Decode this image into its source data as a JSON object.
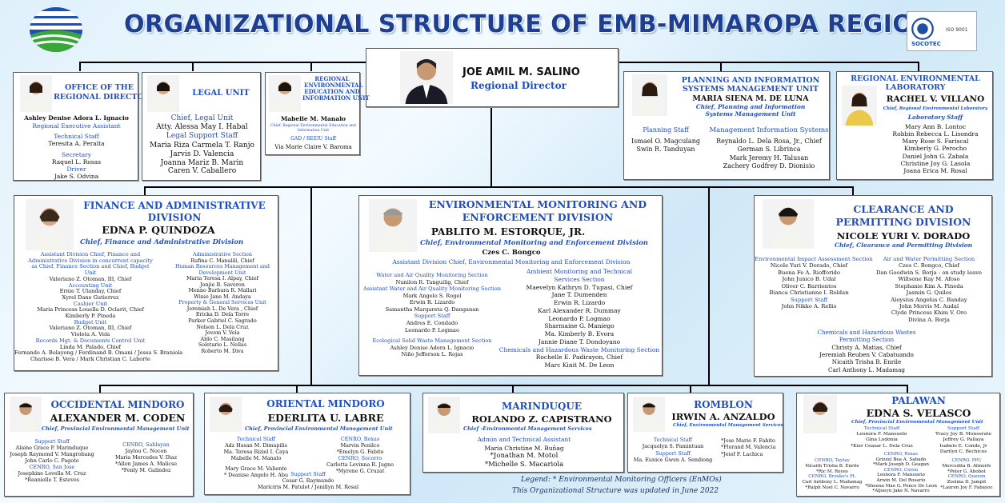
{
  "title": "ORGANIZATIONAL STRUCTURE OF EMB-MIMAROPA REGION",
  "certifier": {
    "name": "SOCOTEC",
    "iso": "ISO 9001"
  },
  "director": {
    "name": "JOE AMIL M. SALINO",
    "role": "Regional Director"
  },
  "ord": {
    "title": [
      "OFFICE OF THE",
      "REGIONAL DIRECTOR"
    ],
    "name": "Ashley Denise Adora L. Ignacio",
    "role": "Regional Executive Assistant",
    "sec1": "Technical Staff",
    "staff1": "Teresita A. Peralta",
    "sec2": "Secretary",
    "staff2": "Raquel L. Rosas",
    "sec3": "Driver",
    "staff3": "Jake S. Odvina"
  },
  "legal": {
    "title": "LEGAL UNIT",
    "role": "Chief, Legal Unit",
    "name": "Atty. Alessa May I. Habal",
    "sec": "Legal Support Staff",
    "staff": [
      "Maria Riza Carmela T. Ranjo",
      "Jarvis D. Valencia",
      "Joanna Mariz B. Marin",
      "Caren V. Caballero"
    ]
  },
  "reeiu": {
    "title": [
      "REGIONAL",
      "ENVIRONMENTAL",
      "EDUCATION AND",
      "INFORMATION UNIT"
    ],
    "name": "Mabelle M. Manalo",
    "role": [
      "Chief, Regional Environmental Education and",
      "Information Unit"
    ],
    "sec": "GAD / REEIU Staff",
    "staff": "Via Marie Claire V. Baroma"
  },
  "pismu": {
    "title": [
      "PLANNING AND INFORMATION",
      "SYSTEMS MANAGEMENT UNIT"
    ],
    "name": "MARIA SIENA M. DE LUNA",
    "role": [
      "Chief, Planning and Information",
      "Systems Management Unit"
    ],
    "sec1": "Planning Staff",
    "staff1": [
      "Ismael O. Magculang",
      "Swin R. Tanduyan"
    ],
    "sec2": "Management Information Systems",
    "staff2": [
      "Reynaldo L. Dela Rosa, Jr., Chief",
      "German S. Librinca",
      "Mark Jeremy H. Talusan",
      "Zachery Godfrey D. Dionisio"
    ]
  },
  "lab": {
    "title": [
      "REGIONAL ENVIRONMENTAL",
      "LABORATORY"
    ],
    "name": "RACHEL V. VILLANO",
    "role": "Chief, Regional Environmental Laboratory",
    "sec": "Laboratory Staff",
    "staff": [
      "Mary Ann B. Lontoc",
      "Robbin Rebecca L. Lisondra",
      "Mary Rose S. Fariscal",
      "Kimberly G. Perocho",
      "Daniel John G. Zabala",
      "Christine Joy G. Lasola",
      "Joana Erica M. Rosal"
    ]
  },
  "fad": {
    "title": [
      "FINANCE AND ADMINISTRATIVE",
      "DIVISION"
    ],
    "name": "EDNA P. QUINDOZA",
    "role": "Chief, Finance and Administrative Division",
    "left": [
      {
        "h": "Assistant Division Chief, Finance and"
      },
      {
        "h": "Administrative Division in concurrent capacity"
      },
      {
        "h": "as Chief, Finance Section and Chief, Budget"
      },
      {
        "h": "Unit"
      },
      {
        "s": "Valeriano Z. Otoman, III, Chief"
      },
      {
        "h": "Accounting Unit"
      },
      {
        "s": "Ernie T. Ulanday, Chief"
      },
      {
        "s": "Xyrel Dane Gutierrez"
      },
      {
        "h": "Cashier Unit"
      },
      {
        "s": "Maria Princess Louella D. Oclarit, Chief"
      },
      {
        "s": "Kimberly P. Pineda"
      },
      {
        "h": "Budget Unit"
      },
      {
        "s": "Valeriano Z. Otoman, III, Chief"
      },
      {
        "s": "Violeta A. Vela"
      },
      {
        "h": "Records Mgt. & Documents Control Unit"
      },
      {
        "s": "Linda M. Palado, Chief"
      },
      {
        "s": "Fernando A. Bolayong / Ferdinand B. Omani / Jessa S. Braniola"
      },
      {
        "s": "Charisse B. Vera / Mark Christian C. Laborte"
      }
    ],
    "right": [
      {
        "h": "Administrative Section"
      },
      {
        "s": "Rufina C. Manalili, Chief"
      },
      {
        "h": "Human Resources Management and"
      },
      {
        "h": "Development Unit"
      },
      {
        "s": "Maria Teresa I. Alpay, Chief"
      },
      {
        "s": "Jonjie B. Saveron"
      },
      {
        "s": "Menno Barbara R. Mallari"
      },
      {
        "s": "Winie Jane M. Andaya"
      },
      {
        "h": "Property & General Services Unit"
      },
      {
        "s": "Jeremiah L. De Vera , Chief"
      },
      {
        "s": "Ericka D. Dela Torre"
      },
      {
        "s": "Parker Gabriel C. Sagrado"
      },
      {
        "s": "Nelson L. Dela Cruz"
      },
      {
        "s": "Jovem V. Vela"
      },
      {
        "s": "Aldo C. Masilang"
      },
      {
        "s": "Soletario L. Nellas"
      },
      {
        "s": "Roberto M. Diva"
      }
    ]
  },
  "emed": {
    "title": [
      "ENVIRONMENTAL MONITORING AND",
      "ENFORCEMENT DIVISION"
    ],
    "name": "PABLITO M. ESTORQUE, JR.",
    "role": "Chief, Environmental Monitoring and Enforcement Division",
    "asst_name": "Czes C. Bongco",
    "asst_role": "Assistant Division Chief, Environmental Monitoring and Enforcement Division",
    "left": [
      {
        "h": "Water and Air Quality Monitoring Section"
      },
      {
        "s": "Nunilon R. Tanguilig, Chief"
      },
      {
        "h": "Assistant Water and Air Quality Monitoring Section"
      },
      {
        "s": "Mark Angelo S. Rogel"
      },
      {
        "s": "Erwin R. Lizardo"
      },
      {
        "s": "Samantha Margareta Q. Danganan"
      },
      {
        "h": "Support Staff"
      },
      {
        "s": "Andres E. Condado"
      },
      {
        "s": "Leonardo P. Logmao"
      },
      {
        "g": ""
      },
      {
        "h": "Ecological Solid Waste Management Section"
      },
      {
        "s": "Ashley Denise Adora L. Ignacio"
      },
      {
        "s": "Niño Jefferson L. Rojas"
      }
    ],
    "right": [
      {
        "h": "Ambient Monitoring and Technical"
      },
      {
        "h": "Services Section"
      },
      {
        "s": "Maevelyn Kathryn D. Tupasi, Chief"
      },
      {
        "s": "Jane T. Dumenden"
      },
      {
        "s": "Erwin R. Lizardo"
      },
      {
        "s": "Karl Alexander R. Dummay"
      },
      {
        "s": "Leonardo P. Logmao"
      },
      {
        "s": "Sharmaine G. Maniego"
      },
      {
        "s": "Ma. Kimberly B. Evora"
      },
      {
        "s": "Jannie Diane T. Dondoyano"
      },
      {
        "h": "Chemicals and Hazardous Waste Monitoring Section"
      },
      {
        "s": "Rochelle E. Padirayon, Chief"
      },
      {
        "s": "Marc Kinit M. De Leon"
      }
    ]
  },
  "cpd": {
    "title": [
      "CLEARANCE AND",
      "PERMITTING DIVISION"
    ],
    "name": "NICOLE YURI V. DORADO",
    "role": "Chief, Clearance and Permitting Division",
    "left": [
      {
        "h": "Environmental Impact Assessment Section"
      },
      {
        "s": "Nicole Yuri V. Dorado, Chief"
      },
      {
        "s": "Buena Fe A. Riofforido"
      },
      {
        "s": "John Junico B. Udal"
      },
      {
        "s": "Oliver C. Barrientos"
      },
      {
        "s": "Bianca Christianne I. Roldan"
      },
      {
        "h": "Support Staff"
      },
      {
        "s": "John Nikko A. Rellis"
      }
    ],
    "right": [
      {
        "h": "Air and Water Permitting Section"
      },
      {
        "s": "Czes C. Bongco, Chief"
      },
      {
        "s": "Dan Goodwin S. Borja - on study leave"
      },
      {
        "s": "Willsone Ray M. Afoso"
      },
      {
        "s": "Stephanie Kim A. Pineda"
      },
      {
        "s": "Jasmin G. Quiles"
      },
      {
        "s": "Aloysius Angelus C. Banday"
      },
      {
        "s": "John Morris M. Audal"
      },
      {
        "s": "Clyde Princess Khim V. Oro"
      },
      {
        "s": "Divina A. Borja"
      }
    ],
    "chem": [
      {
        "h": "Chemicals and Hazardous Wastes"
      },
      {
        "h": "Permitting Section"
      },
      {
        "s": "Christy A. Matias, Chief"
      },
      {
        "s": "Jeremiah Reuben V. Cabatuando"
      },
      {
        "s": "Nicaith Trisha B. Enrile"
      },
      {
        "s": "Carl Anthony L. Madamag"
      }
    ]
  },
  "occ": {
    "title": "OCCIDENTAL MINDORO",
    "name": "ALEXANDER M. CODEN",
    "role": "Chief, Provincial Environmental Management Unit",
    "left": [
      {
        "h": "Support Staff"
      },
      {
        "s": "Alaine Grace P. Marinduque"
      },
      {
        "s": "Joseph Raymond V. Mangrobang"
      },
      {
        "s": "John Carlo C. Pagoto"
      },
      {
        "h": "CENRO, San Jose"
      },
      {
        "s": "Josephine Lovella M. Cruz"
      },
      {
        "s": "*Reanielle T. Esteves"
      }
    ],
    "right": [
      {
        "h": "CENRO, Sablayan"
      },
      {
        "s": "Jaylou C. Nocon"
      },
      {
        "s": "Maria Mercedes V. Diaz"
      },
      {
        "s": "*Allen James A. Malicse"
      },
      {
        "s": "*Fenly M. Galindez"
      }
    ]
  },
  "ori": {
    "title": "ORIENTAL MINDORO",
    "name": "EDERLITA U. LABRE",
    "role": "Chief, Provincial Environmental Management Unit",
    "left": [
      {
        "h": "Technical Staff"
      },
      {
        "s": "Adz Hasan M. Dimapilis"
      },
      {
        "s": "Ma. Teresa Riziel I. Caya"
      },
      {
        "s": "Mabelle M. Manalo"
      },
      {
        "g": ""
      },
      {
        "s": "Mary Grace M. Valiente"
      },
      {
        "s": "* Deanise Angelo H. Abu"
      }
    ],
    "right": [
      {
        "h": "CENRO, Roxas"
      },
      {
        "s": "Marvin Fenilco"
      },
      {
        "s": "*Emelyn G. Fabito"
      },
      {
        "h": "CENRO, Socorro"
      },
      {
        "s": "Carlotta Levinna R. Jugno"
      },
      {
        "s": "*Myrene G. Cruzat"
      }
    ],
    "mid": [
      {
        "h": "Support Staff"
      },
      {
        "s": "Cesar G. Raymundo"
      },
      {
        "s": "Mariciris M. Patulot / Jenillyn M. Rosal"
      }
    ]
  },
  "mar": {
    "title": "MARINDUQUE",
    "name": "ROLANDO Z. CAPISTRANO",
    "role": "Chief -Environmental Management Services",
    "sec": "Admin and Technical Assistant",
    "staff": [
      "Maria Christine M. Buñag",
      "*Jonathan M. Motol",
      "*Michelle S. Macariola"
    ]
  },
  "rom": {
    "title": "ROMBLON",
    "name": "IRWIN A. ANZALDO",
    "role": "Chief, Environmental Management Services",
    "left": [
      {
        "h": "Technical Staff"
      },
      {
        "s": "Jacquelyn S. Pamintuan"
      },
      {
        "h": "Support Staff"
      },
      {
        "s": "Ma. Eunice Gwen A. Sendiong"
      }
    ],
    "right": [
      {
        "s": "*Jose Marie F. Fabito"
      },
      {
        "s": "*Florand M. Valencia"
      },
      {
        "s": "*Jeief F. Lachica"
      }
    ]
  },
  "pal": {
    "title": "PALAWAN",
    "name": "EDNA S. VELASCO",
    "role": "Chief, Provincial Environmental Management Unit",
    "c1": [
      {
        "h": "Technical Staff"
      },
      {
        "s": "Leonora F. Mansueto"
      },
      {
        "s": "Gina Lodonia"
      },
      {
        "s": "*Kier Ceasar L. Dela Cruz"
      }
    ],
    "c2": [
      {
        "h": "Support Staff"
      },
      {
        "s": "Tracy Joy B. Monserate"
      },
      {
        "s": "Jeffrey G. Pallaya"
      },
      {
        "s": "Isabelo E. Conde, Jr"
      },
      {
        "s": "Darilyn C. Bechicos"
      }
    ],
    "c3": [
      {
        "h": "CENRO, Taytay"
      },
      {
        "s": "Nicaith Trisha B. Enrile"
      },
      {
        "s": "*Ric M. Reyes"
      },
      {
        "h": "CENRO, Brooke's Pt."
      },
      {
        "s": "Carl Anthony L. Madamag"
      },
      {
        "s": "*Ralph Noel C. Navarro"
      }
    ],
    "c4": [
      {
        "h": "CENRO, Roxas"
      },
      {
        "s": "Grizzel Bea A. Sabado"
      },
      {
        "s": "*Mark Joseph D. Geagan"
      },
      {
        "h": "CENRO, Coron"
      },
      {
        "s": "Leonora F. Mansueto"
      },
      {
        "s": "Arwin M. Del Rosario"
      },
      {
        "s": "*Sheena Mae G. Ponce De Leon"
      },
      {
        "s": "*Aljoeyn Jake N. Navarro"
      }
    ],
    "c5": [
      {
        "h": "CENRO, PPC"
      },
      {
        "s": "Mercedita B. Almorfe"
      },
      {
        "s": "*Peter G. Abobot"
      },
      {
        "h": "CENRO, Quezon"
      },
      {
        "s": "Zosima D. Jampit"
      },
      {
        "s": "*Lauren Joy F. Fabayoc"
      }
    ]
  },
  "legend": "Legend: * Environmental Monitoring Officers (EnMOs)",
  "update": "This Organizational Structure was updated in June 2022"
}
